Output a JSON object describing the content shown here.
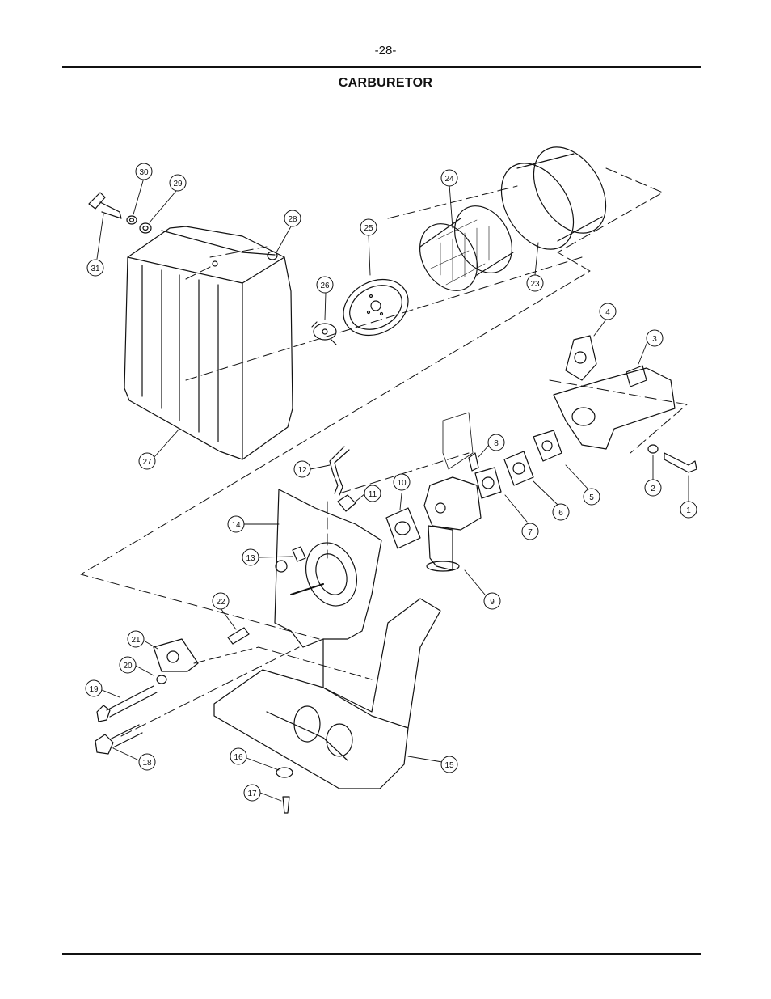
{
  "header": {
    "page_number": "-28-"
  },
  "title": "CARBURETOR",
  "callouts": [
    {
      "num": "1"
    },
    {
      "num": "2"
    },
    {
      "num": "3"
    },
    {
      "num": "4"
    },
    {
      "num": "5"
    },
    {
      "num": "6"
    },
    {
      "num": "7"
    },
    {
      "num": "8"
    },
    {
      "num": "9"
    },
    {
      "num": "10"
    },
    {
      "num": "11"
    },
    {
      "num": "12"
    },
    {
      "num": "13"
    },
    {
      "num": "14"
    },
    {
      "num": "15"
    },
    {
      "num": "16"
    },
    {
      "num": "17"
    },
    {
      "num": "18"
    },
    {
      "num": "19"
    },
    {
      "num": "20"
    },
    {
      "num": "21"
    },
    {
      "num": "22"
    },
    {
      "num": "23"
    },
    {
      "num": "24"
    },
    {
      "num": "25"
    },
    {
      "num": "26"
    },
    {
      "num": "27"
    },
    {
      "num": "28"
    },
    {
      "num": "29"
    },
    {
      "num": "30"
    },
    {
      "num": "31"
    }
  ]
}
